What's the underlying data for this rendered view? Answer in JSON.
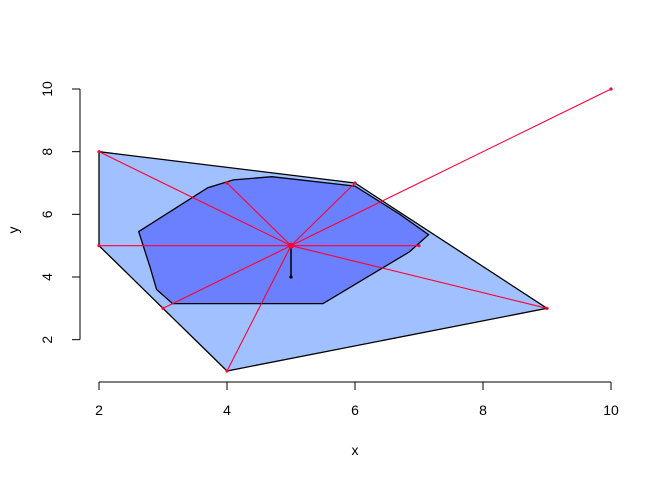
{
  "chart_data": {
    "type": "scatter",
    "title": "",
    "xlabel": "x",
    "ylabel": "y",
    "xlim": [
      2,
      10
    ],
    "ylim": [
      1,
      10
    ],
    "x_ticks": [
      2,
      4,
      6,
      8,
      10
    ],
    "y_ticks": [
      2,
      4,
      6,
      8,
      10
    ],
    "grid": false,
    "legend": "none",
    "colors": {
      "outer_hull_fill": "#a0c0ff",
      "inner_hull_fill": "#6a80ff",
      "outline": "#000000",
      "segments": "#ff0033",
      "points": "#ff0033"
    },
    "points": [
      {
        "x": 2,
        "y": 8
      },
      {
        "x": 2,
        "y": 5
      },
      {
        "x": 3,
        "y": 3
      },
      {
        "x": 4,
        "y": 1
      },
      {
        "x": 9,
        "y": 3
      },
      {
        "x": 6,
        "y": 7
      },
      {
        "x": 4,
        "y": 7
      },
      {
        "x": 7,
        "y": 5
      },
      {
        "x": 5,
        "y": 4
      },
      {
        "x": 10,
        "y": 10
      }
    ],
    "center": {
      "x": 5,
      "y": 5
    },
    "outer_hull": [
      [
        2,
        8
      ],
      [
        6,
        7
      ],
      [
        9,
        3
      ],
      [
        4,
        1
      ],
      [
        2,
        5
      ]
    ],
    "inner_hull": [
      [
        2.62,
        5.45
      ],
      [
        3.7,
        6.85
      ],
      [
        4.1,
        7.1
      ],
      [
        4.7,
        7.2
      ],
      [
        6.0,
        6.9
      ],
      [
        6.7,
        6.0
      ],
      [
        7.15,
        5.35
      ],
      [
        6.85,
        4.8
      ],
      [
        5.5,
        3.15
      ],
      [
        3.15,
        3.15
      ],
      [
        2.9,
        3.6
      ],
      [
        2.8,
        4.3
      ]
    ]
  }
}
